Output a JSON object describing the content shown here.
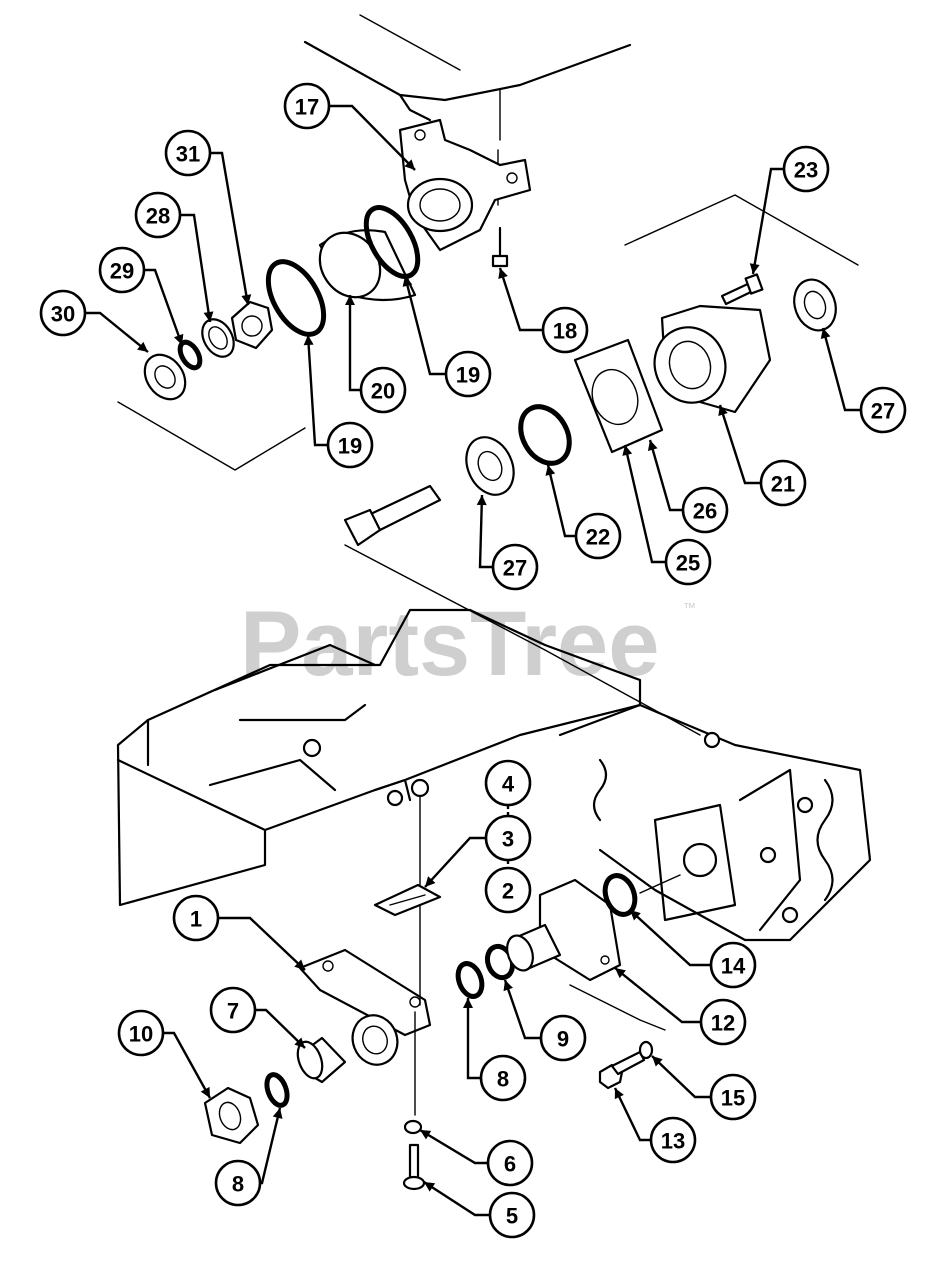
{
  "watermark": {
    "text": "PartsTree",
    "trademark": "™"
  },
  "callouts": [
    {
      "id": "17",
      "label": "17"
    },
    {
      "id": "31",
      "label": "31"
    },
    {
      "id": "28",
      "label": "28"
    },
    {
      "id": "29",
      "label": "29"
    },
    {
      "id": "30",
      "label": "30"
    },
    {
      "id": "23",
      "label": "23"
    },
    {
      "id": "18",
      "label": "18"
    },
    {
      "id": "20",
      "label": "20"
    },
    {
      "id": "19a",
      "label": "19"
    },
    {
      "id": "19b",
      "label": "19"
    },
    {
      "id": "27a",
      "label": "27"
    },
    {
      "id": "21",
      "label": "21"
    },
    {
      "id": "26",
      "label": "26"
    },
    {
      "id": "22",
      "label": "22"
    },
    {
      "id": "25",
      "label": "25"
    },
    {
      "id": "27b",
      "label": "27"
    },
    {
      "id": "4",
      "label": "4"
    },
    {
      "id": "3",
      "label": "3"
    },
    {
      "id": "2",
      "label": "2"
    },
    {
      "id": "1",
      "label": "1"
    },
    {
      "id": "14",
      "label": "14"
    },
    {
      "id": "7",
      "label": "7"
    },
    {
      "id": "12",
      "label": "12"
    },
    {
      "id": "10",
      "label": "10"
    },
    {
      "id": "9",
      "label": "9"
    },
    {
      "id": "8a",
      "label": "8"
    },
    {
      "id": "15",
      "label": "15"
    },
    {
      "id": "13",
      "label": "13"
    },
    {
      "id": "6",
      "label": "6"
    },
    {
      "id": "8b",
      "label": "8"
    },
    {
      "id": "5",
      "label": "5"
    }
  ]
}
